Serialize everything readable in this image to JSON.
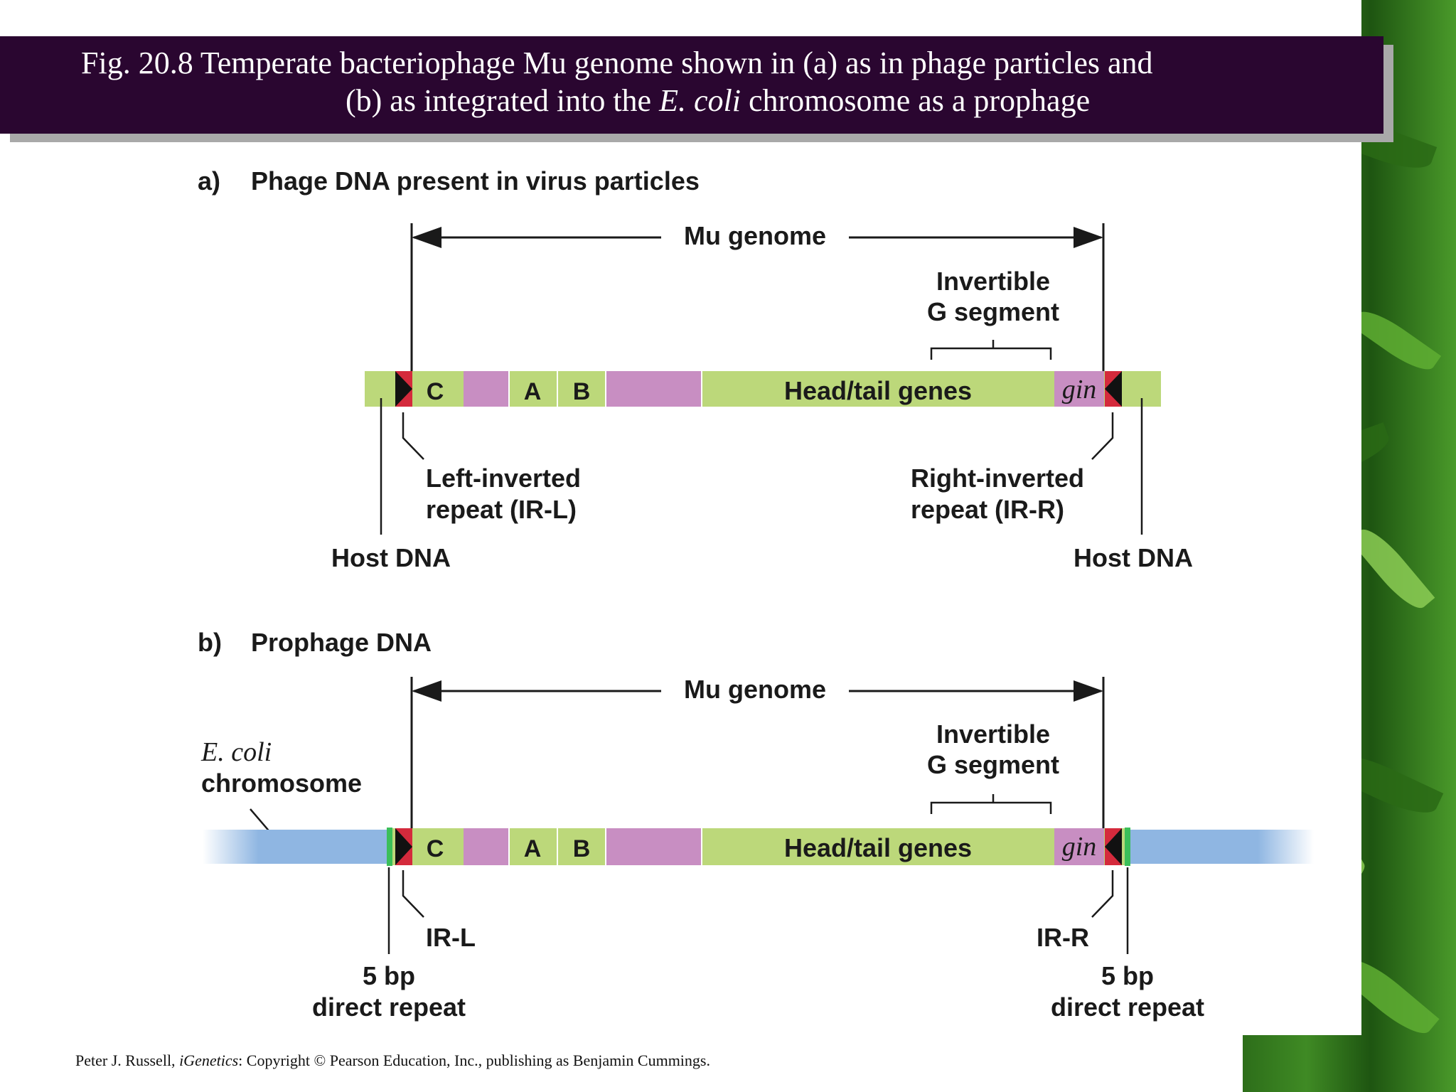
{
  "title": {
    "line1": "Fig. 20.8  Temperate bacteriophage Mu genome shown in (a) as in phage particles and",
    "line2_prefix": "(b) as integrated into the ",
    "line2_italic": "E. coli",
    "line2_suffix": " chromosome as a prophage"
  },
  "panel_a": {
    "heading_letter": "a)",
    "heading": "Phage DNA present in virus particles",
    "mu_genome": "Mu genome",
    "invertible_line1": "Invertible",
    "invertible_line2": "G segment",
    "segments": {
      "c": "C",
      "a": "A",
      "b": "B",
      "head_tail": "Head/tail genes",
      "gin": "gin"
    },
    "left_ir_line1": "Left-inverted",
    "left_ir_line2": "repeat (IR-L)",
    "right_ir_line1": "Right-inverted",
    "right_ir_line2": "repeat (IR-R)",
    "host_dna_left": "Host DNA",
    "host_dna_right": "Host DNA"
  },
  "panel_b": {
    "heading_letter": "b)",
    "heading": "Prophage DNA",
    "mu_genome": "Mu genome",
    "invertible_line1": "Invertible",
    "invertible_line2": "G segment",
    "ecoli_italic": "E. coli",
    "chromosome": "chromosome",
    "segments": {
      "c": "C",
      "a": "A",
      "b": "B",
      "head_tail": "Head/tail genes",
      "gin": "gin"
    },
    "ir_l": "IR-L",
    "ir_r": "IR-R",
    "repeat_left_line1": "5 bp",
    "repeat_left_line2": "direct repeat",
    "repeat_right_line1": "5 bp",
    "repeat_right_line2": "direct repeat"
  },
  "footer": {
    "author": "Peter J. Russell, ",
    "book": "iGenetics",
    "rest": ": Copyright © Pearson Education, Inc., publishing as Benjamin Cummings."
  },
  "colors": {
    "title_bg": "#2a0630",
    "green_segment": "#bcd87a",
    "pink_segment": "#c88ec2",
    "red_repeat": "#d42a3c",
    "chromosome_blue": "#8fb6e2"
  }
}
